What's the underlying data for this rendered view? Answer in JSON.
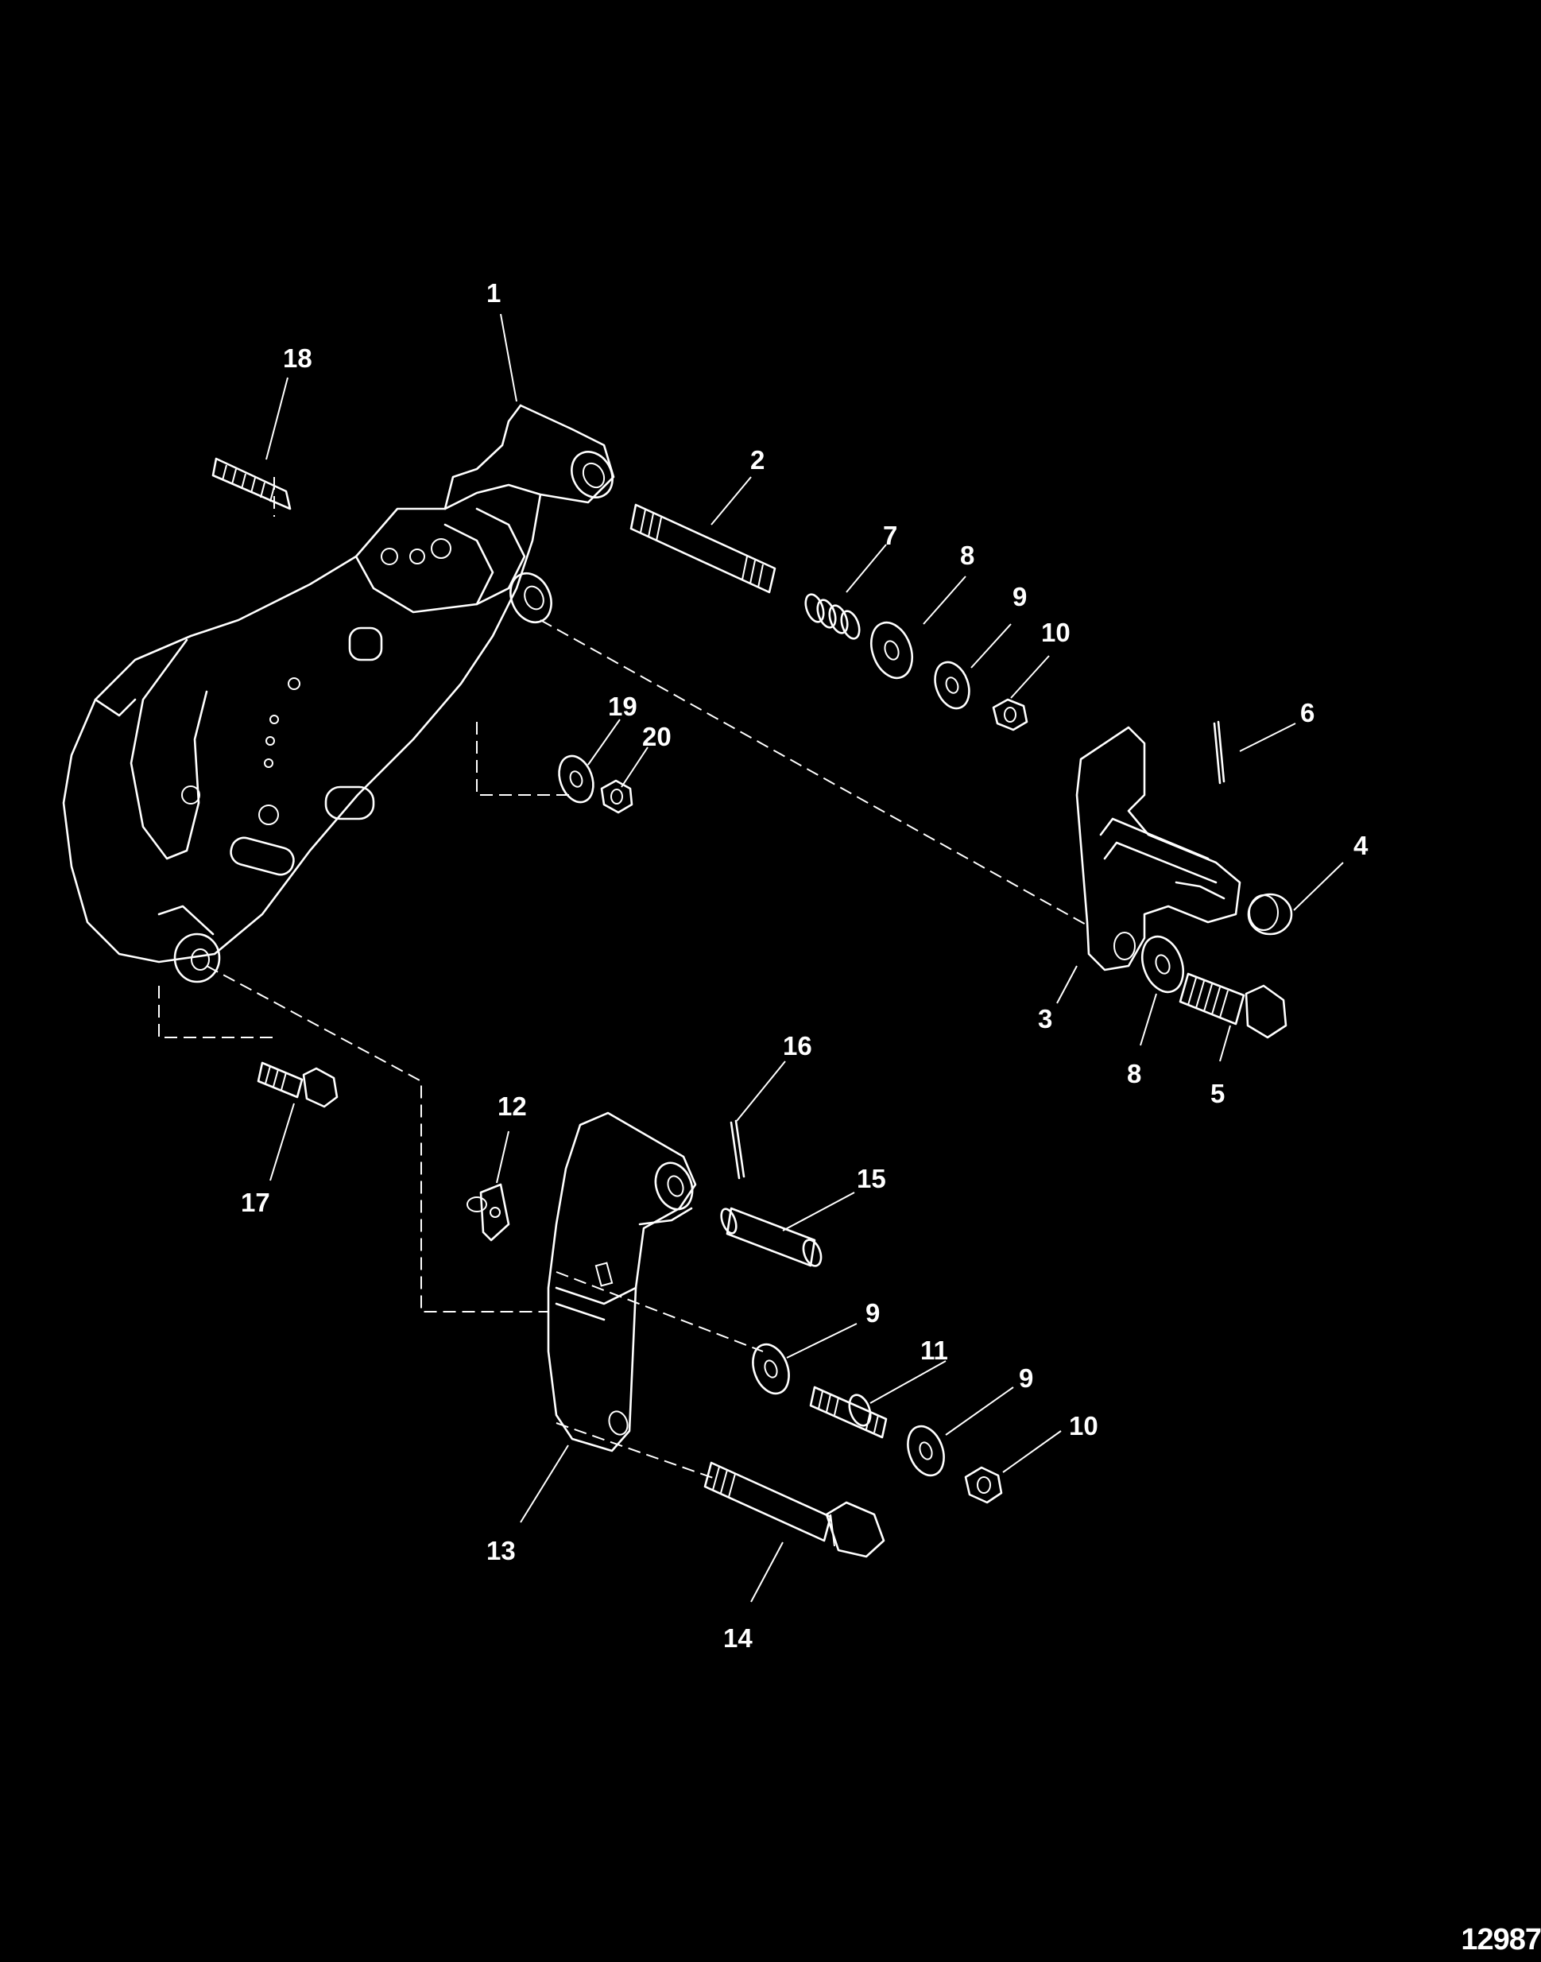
{
  "figure": {
    "callouts": [
      "1",
      "2",
      "3",
      "4",
      "5",
      "6",
      "7",
      "8",
      "9",
      "10",
      "11",
      "12",
      "13",
      "14",
      "15",
      "16",
      "17",
      "18",
      "19",
      "20"
    ],
    "figure_number": "12987"
  }
}
